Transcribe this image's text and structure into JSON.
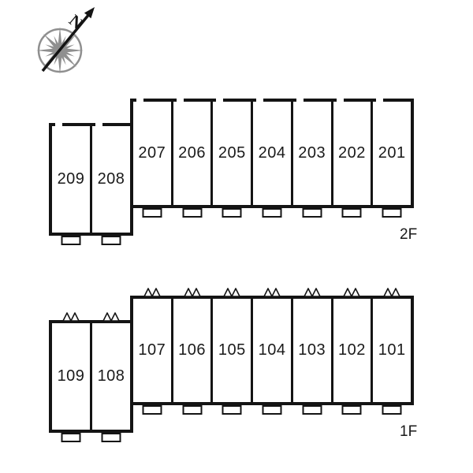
{
  "compass": {
    "label": "N"
  },
  "floors": [
    {
      "label": "2F",
      "left_rooms": [
        "209",
        "208"
      ],
      "main_rooms": [
        "207",
        "206",
        "205",
        "204",
        "203",
        "202",
        "201"
      ]
    },
    {
      "label": "1F",
      "left_rooms": [
        "109",
        "108"
      ],
      "main_rooms": [
        "107",
        "106",
        "105",
        "104",
        "103",
        "102",
        "101"
      ]
    }
  ],
  "colors": {
    "wall": "#141414",
    "background": "#ffffff",
    "compass_gray": "#8f8f8f"
  }
}
